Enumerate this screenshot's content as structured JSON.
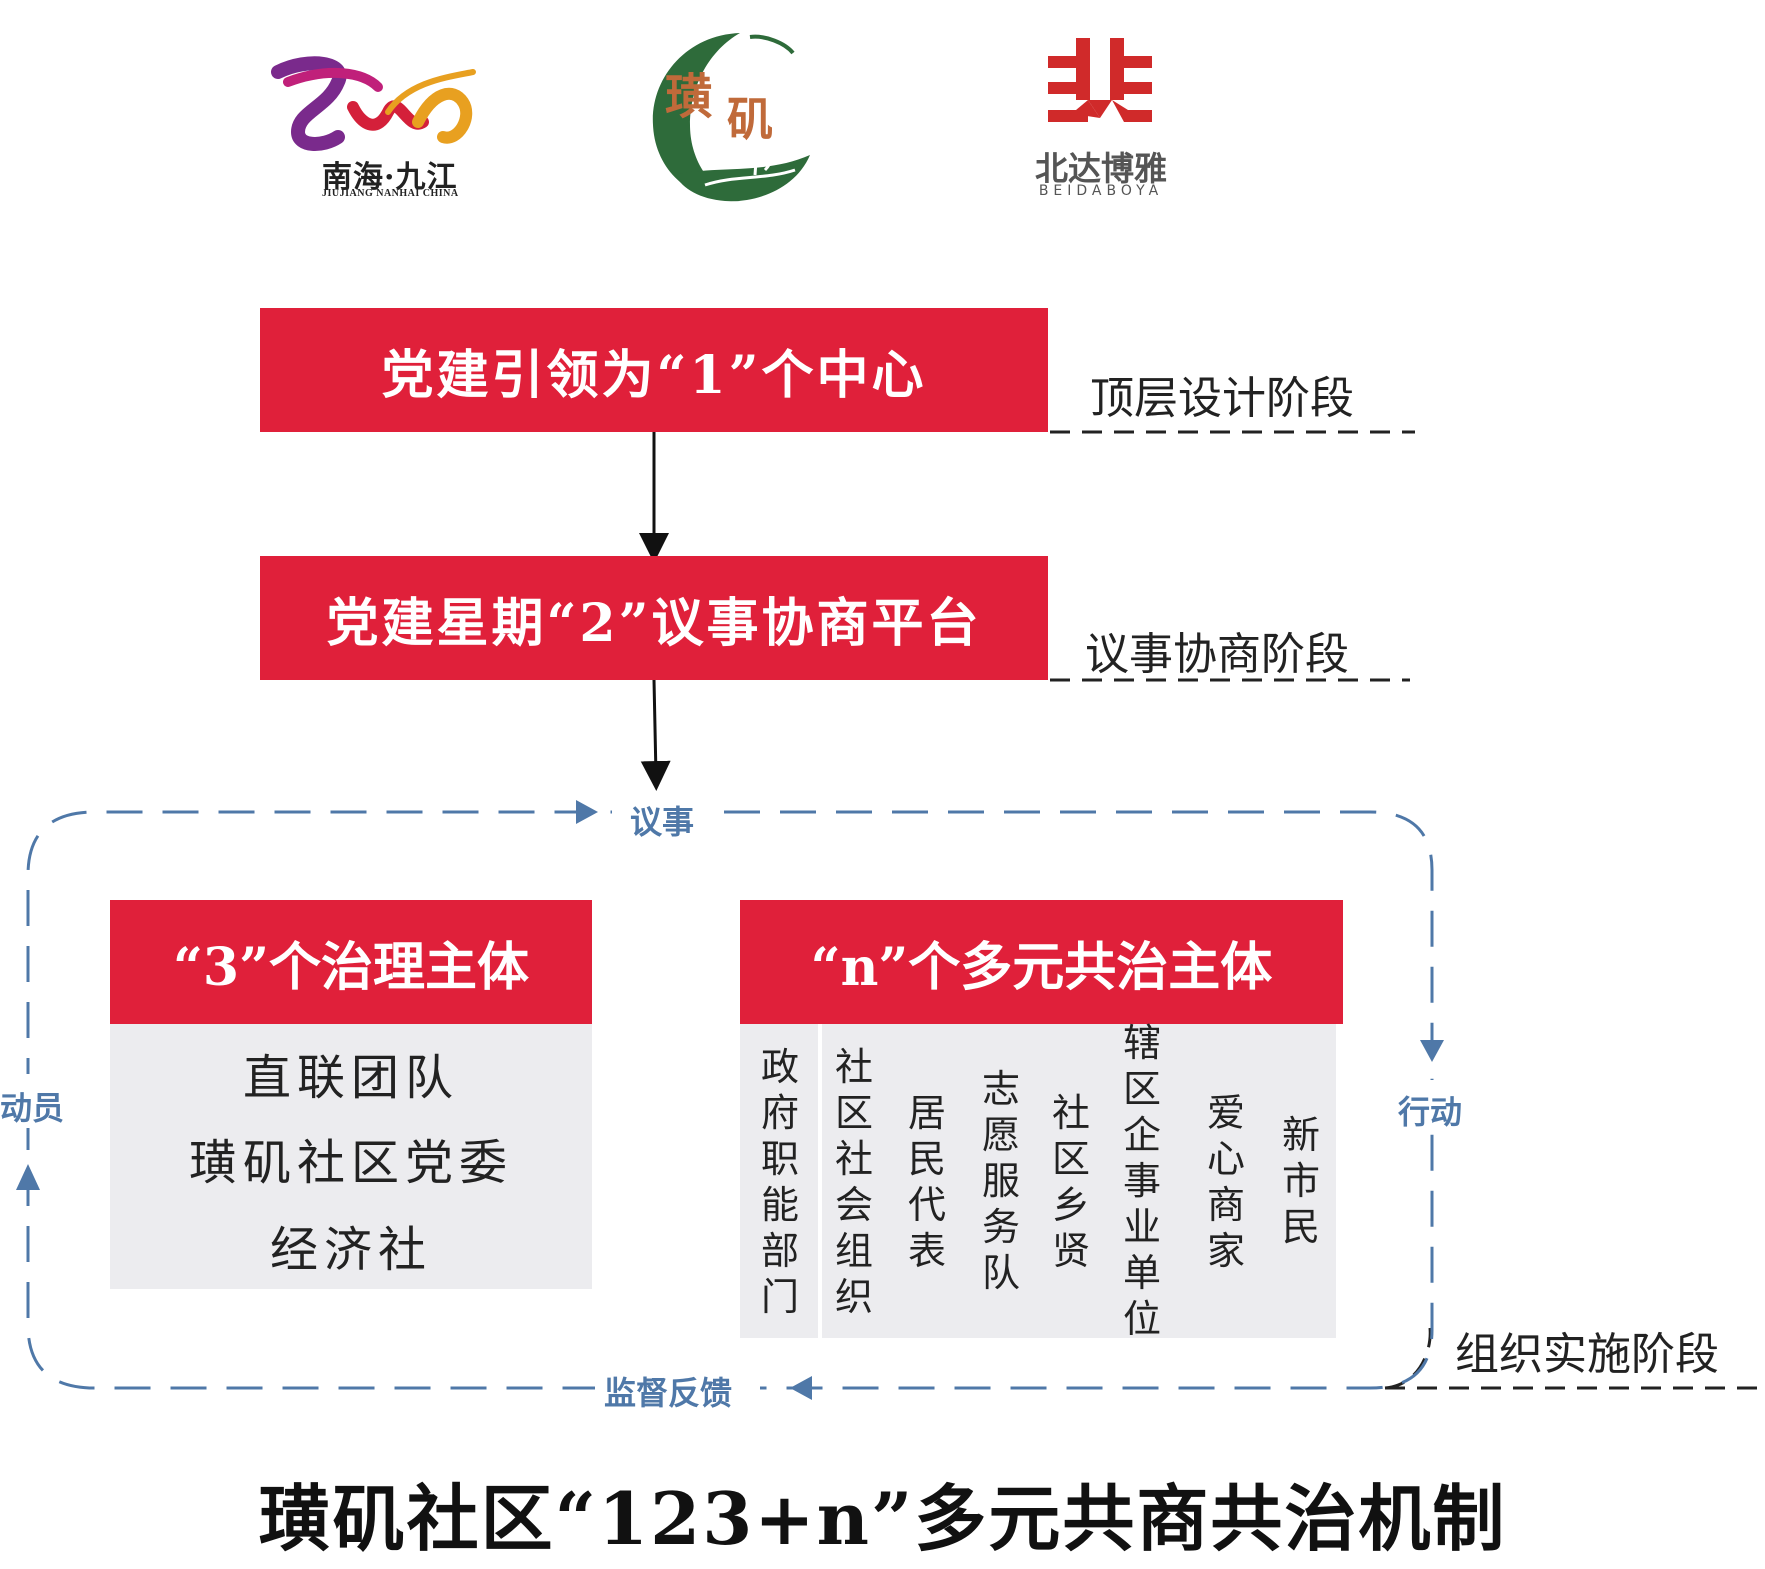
{
  "logos": {
    "nanhai": {
      "name": "南海·九江",
      "subtitle": "JIUJIANG NANHAI CHINA",
      "colors": [
        "#7a2a8c",
        "#d4203a",
        "#e8a020"
      ]
    },
    "huangji": {
      "name": "璜矶",
      "colors": [
        "#2e6b3a",
        "#c06a3a"
      ]
    },
    "beidaboya": {
      "name": "北达博雅",
      "subtitle": "BEIDABOYA",
      "colors": [
        "#d02a2a",
        "#555555"
      ]
    }
  },
  "flow": {
    "box1": "党建引领为“1”个中心",
    "box2": "党建星期“2”议事协商平台"
  },
  "stages": {
    "top_design": "顶层设计阶段",
    "deliberation": "议事协商阶段",
    "implementation": "组织实施阶段"
  },
  "cycle": {
    "deliberate": "议事",
    "action": "行动",
    "mobilize": "动员",
    "supervise": "监督反馈"
  },
  "group3": {
    "title": "“3”个治理主体",
    "items": [
      "直联团队",
      "璜矶社区党委",
      "经济社"
    ]
  },
  "groupN": {
    "title": "“n”个多元共治主体",
    "items": [
      "政府职能部门",
      "社区社会组织",
      "居民代表",
      "志愿服务队",
      "社区乡贤",
      "辖区企事业单位",
      "爱心商家",
      "新市民"
    ]
  },
  "title": "璜矶社区“123+n”多元共商共治机制",
  "colors": {
    "red": "#e0203a",
    "blue": "#4f78a8",
    "gray": "#ececef"
  }
}
